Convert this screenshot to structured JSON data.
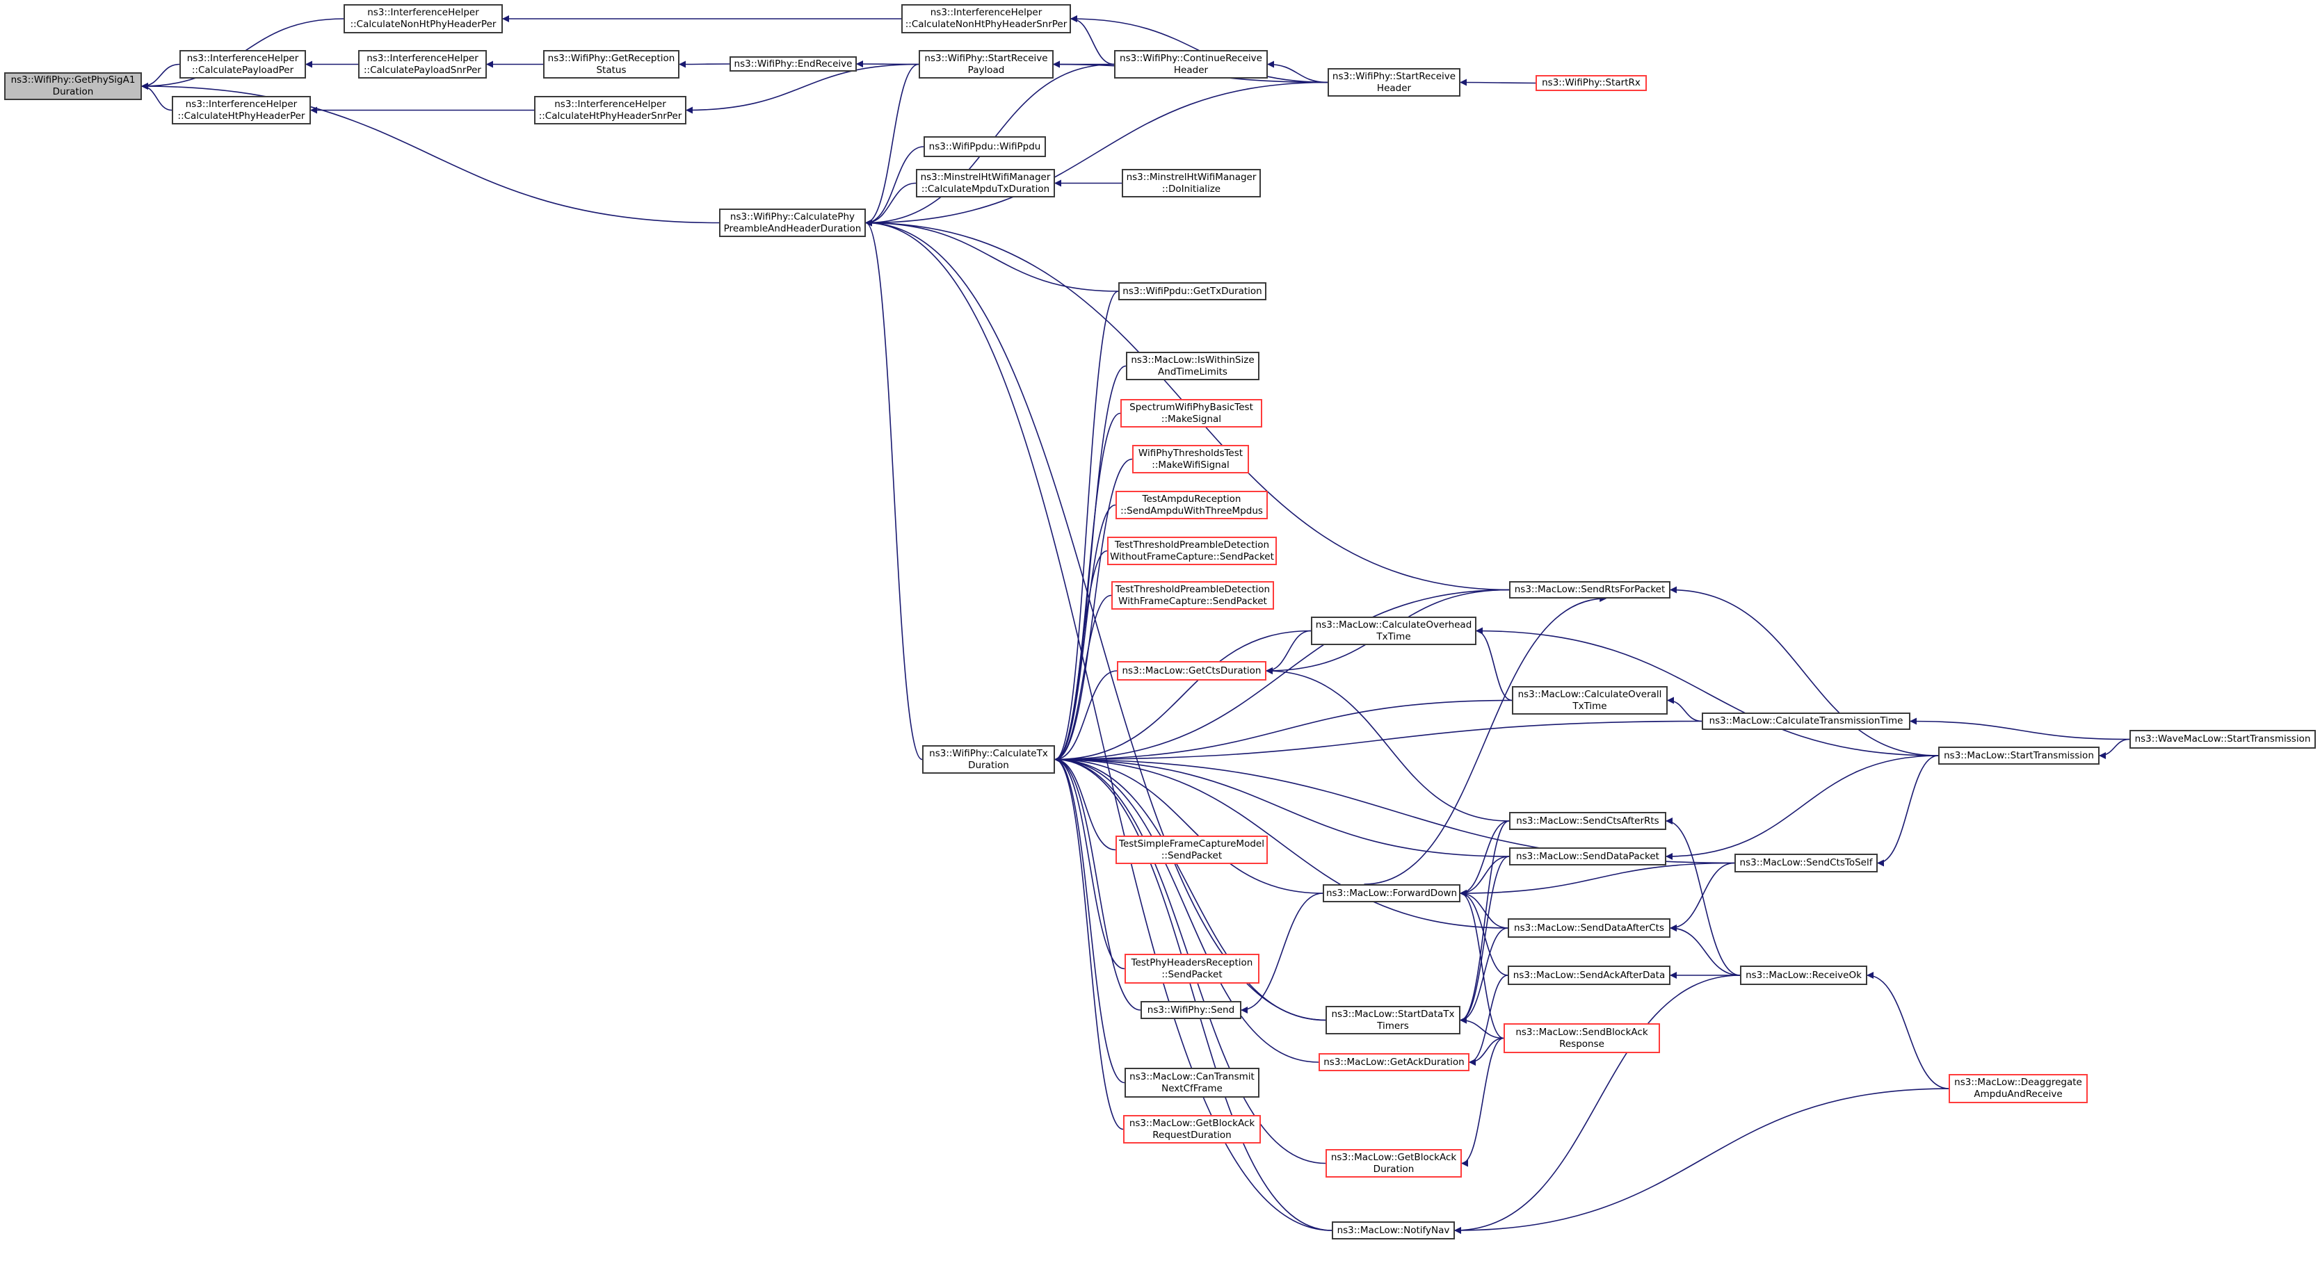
{
  "diagram": {
    "type": "doxygen-caller-graph",
    "focus": "root",
    "colors": {
      "edge": "#191970",
      "node_border": "#3a3a3a",
      "incomplete_border": "#ff3b3b",
      "focus_fill": "#bfbfbf"
    },
    "nodes": [
      {
        "id": "root",
        "label": "ns3::WifiPhy::GetPhySigA1\nDuration",
        "style": "focus"
      },
      {
        "id": "nonHtPer",
        "label": "ns3::InterferenceHelper\n::CalculateNonHtPhyHeaderPer",
        "style": "normal"
      },
      {
        "id": "payloadPer",
        "label": "ns3::InterferenceHelper\n::CalculatePayloadPer",
        "style": "normal"
      },
      {
        "id": "htPer",
        "label": "ns3::InterferenceHelper\n::CalculateHtPhyHeaderPer",
        "style": "normal"
      },
      {
        "id": "payloadSnrPer",
        "label": "ns3::InterferenceHelper\n::CalculatePayloadSnrPer",
        "style": "normal"
      },
      {
        "id": "getRecStatus",
        "label": "ns3::WifiPhy::GetReception\nStatus",
        "style": "normal"
      },
      {
        "id": "htSnrPer",
        "label": "ns3::InterferenceHelper\n::CalculateHtPhyHeaderSnrPer",
        "style": "normal"
      },
      {
        "id": "nonHtSnrPer",
        "label": "ns3::InterferenceHelper\n::CalculateNonHtPhyHeaderSnrPer",
        "style": "normal"
      },
      {
        "id": "endReceive",
        "label": "ns3::WifiPhy::EndReceive",
        "style": "normal"
      },
      {
        "id": "startRecvPayload",
        "label": "ns3::WifiPhy::StartReceive\nPayload",
        "style": "normal"
      },
      {
        "id": "continueRecvHeader",
        "label": "ns3::WifiPhy::ContinueReceive\nHeader",
        "style": "normal"
      },
      {
        "id": "startRecvHeader",
        "label": "ns3::WifiPhy::StartReceive\nHeader",
        "style": "normal"
      },
      {
        "id": "startRx",
        "label": "ns3::WifiPhy::StartRx",
        "style": "incomplete"
      },
      {
        "id": "wifiPpdu",
        "label": "ns3::WifiPpdu::WifiPpdu",
        "style": "normal"
      },
      {
        "id": "minstrelCalc",
        "label": "ns3::MinstrelHtWifiManager\n::CalculateMpduTxDuration",
        "style": "normal"
      },
      {
        "id": "doInitialize",
        "label": "ns3::MinstrelHtWifiManager\n::DoInitialize",
        "style": "normal"
      },
      {
        "id": "calcPhyPreamble",
        "label": "ns3::WifiPhy::CalculatePhy\nPreambleAndHeaderDuration",
        "style": "normal"
      },
      {
        "id": "getTxDuration",
        "label": "ns3::WifiPpdu::GetTxDuration",
        "style": "normal"
      },
      {
        "id": "isWithinSize",
        "label": "ns3::MacLow::IsWithinSize\nAndTimeLimits",
        "style": "normal"
      },
      {
        "id": "spectrumMake",
        "label": "SpectrumWifiPhyBasicTest\n::MakeSignal",
        "style": "incomplete"
      },
      {
        "id": "thresholdsMake",
        "label": "WifiPhyThresholdsTest\n::MakeWifiSignal",
        "style": "incomplete"
      },
      {
        "id": "testAmpdu",
        "label": "TestAmpduReception\n::SendAmpduWithThreeMpdus",
        "style": "incomplete"
      },
      {
        "id": "threshWithout",
        "label": "TestThresholdPreambleDetection\nWithoutFrameCapture::SendPacket",
        "style": "incomplete"
      },
      {
        "id": "threshWith",
        "label": "TestThresholdPreambleDetection\nWithFrameCapture::SendPacket",
        "style": "incomplete"
      },
      {
        "id": "sendRts",
        "label": "ns3::MacLow::SendRtsForPacket",
        "style": "normal"
      },
      {
        "id": "calcOverhead",
        "label": "ns3::MacLow::CalculateOverhead\nTxTime",
        "style": "normal"
      },
      {
        "id": "getCts",
        "label": "ns3::MacLow::GetCtsDuration",
        "style": "incomplete"
      },
      {
        "id": "calcOverall",
        "label": "ns3::MacLow::CalculateOverall\nTxTime",
        "style": "normal"
      },
      {
        "id": "calcTransTime",
        "label": "ns3::MacLow::CalculateTransmissionTime",
        "style": "normal"
      },
      {
        "id": "waveStartTx",
        "label": "ns3::WaveMacLow::StartTransmission",
        "style": "normal"
      },
      {
        "id": "startTx",
        "label": "ns3::MacLow::StartTransmission",
        "style": "normal"
      },
      {
        "id": "calcTxDuration",
        "label": "ns3::WifiPhy::CalculateTx\nDuration",
        "style": "normal"
      },
      {
        "id": "sendCtsAfterRts",
        "label": "ns3::MacLow::SendCtsAfterRts",
        "style": "normal"
      },
      {
        "id": "testSimple",
        "label": "TestSimpleFrameCaptureModel\n::SendPacket",
        "style": "incomplete"
      },
      {
        "id": "sendDataPacket",
        "label": "ns3::MacLow::SendDataPacket",
        "style": "normal"
      },
      {
        "id": "sendCtsToSelf",
        "label": "ns3::MacLow::SendCtsToSelf",
        "style": "normal"
      },
      {
        "id": "forwardDown",
        "label": "ns3::MacLow::ForwardDown",
        "style": "normal"
      },
      {
        "id": "sendDataAfterCts",
        "label": "ns3::MacLow::SendDataAfterCts",
        "style": "normal"
      },
      {
        "id": "sendAckAfterData",
        "label": "ns3::MacLow::SendAckAfterData",
        "style": "normal"
      },
      {
        "id": "receiveOk",
        "label": "ns3::MacLow::ReceiveOk",
        "style": "normal"
      },
      {
        "id": "testPhyHeaders",
        "label": "TestPhyHeadersReception\n::SendPacket",
        "style": "incomplete"
      },
      {
        "id": "wifiPhySend",
        "label": "ns3::WifiPhy::Send",
        "style": "normal"
      },
      {
        "id": "startDataTxTimers",
        "label": "ns3::MacLow::StartDataTx\nTimers",
        "style": "normal"
      },
      {
        "id": "sendBlockAckResp",
        "label": "ns3::MacLow::SendBlockAck\nResponse",
        "style": "incomplete"
      },
      {
        "id": "getAck",
        "label": "ns3::MacLow::GetAckDuration",
        "style": "incomplete"
      },
      {
        "id": "canTransmit",
        "label": "ns3::MacLow::CanTransmit\nNextCfFrame",
        "style": "normal"
      },
      {
        "id": "deaggregate",
        "label": "ns3::MacLow::Deaggregate\nAmpduAndReceive",
        "style": "incomplete"
      },
      {
        "id": "getBlockAckReq",
        "label": "ns3::MacLow::GetBlockAck\nRequestDuration",
        "style": "incomplete"
      },
      {
        "id": "getBlockAck",
        "label": "ns3::MacLow::GetBlockAck\nDuration",
        "style": "incomplete"
      },
      {
        "id": "notifyNav",
        "label": "ns3::MacLow::NotifyNav",
        "style": "normal"
      }
    ],
    "edges": [
      [
        "root",
        "nonHtPer"
      ],
      [
        "root",
        "payloadPer"
      ],
      [
        "root",
        "htPer"
      ],
      [
        "root",
        "calcPhyPreamble"
      ],
      [
        "nonHtPer",
        "nonHtSnrPer"
      ],
      [
        "payloadPer",
        "payloadSnrPer"
      ],
      [
        "payloadSnrPer",
        "getRecStatus"
      ],
      [
        "getRecStatus",
        "endReceive"
      ],
      [
        "endReceive",
        "startRecvPayload"
      ],
      [
        "htPer",
        "htSnrPer"
      ],
      [
        "htSnrPer",
        "startRecvPayload"
      ],
      [
        "nonHtSnrPer",
        "continueRecvHeader"
      ],
      [
        "nonHtSnrPer",
        "startRecvHeader"
      ],
      [
        "startRecvPayload",
        "continueRecvHeader"
      ],
      [
        "startRecvPayload",
        "startRecvHeader"
      ],
      [
        "continueRecvHeader",
        "startRecvHeader"
      ],
      [
        "startRecvHeader",
        "startRx"
      ],
      [
        "calcPhyPreamble",
        "startRecvPayload"
      ],
      [
        "calcPhyPreamble",
        "wifiPpdu"
      ],
      [
        "calcPhyPreamble",
        "continueRecvHeader"
      ],
      [
        "calcPhyPreamble",
        "minstrelCalc"
      ],
      [
        "calcPhyPreamble",
        "startRecvHeader"
      ],
      [
        "calcPhyPreamble",
        "sendRts"
      ],
      [
        "calcPhyPreamble",
        "getTxDuration"
      ],
      [
        "calcPhyPreamble",
        "calcTxDuration"
      ],
      [
        "calcPhyPreamble",
        "notifyNav"
      ],
      [
        "calcPhyPreamble",
        "startDataTxTimers"
      ],
      [
        "minstrelCalc",
        "doInitialize"
      ],
      [
        "calcTxDuration",
        "getTxDuration"
      ],
      [
        "calcTxDuration",
        "sendRts"
      ],
      [
        "calcTxDuration",
        "isWithinSize"
      ],
      [
        "calcTxDuration",
        "spectrumMake"
      ],
      [
        "calcTxDuration",
        "thresholdsMake"
      ],
      [
        "calcTxDuration",
        "testAmpdu"
      ],
      [
        "calcTxDuration",
        "threshWithout"
      ],
      [
        "calcTxDuration",
        "threshWith"
      ],
      [
        "calcTxDuration",
        "calcOverhead"
      ],
      [
        "calcTxDuration",
        "getCts"
      ],
      [
        "calcTxDuration",
        "calcOverall"
      ],
      [
        "calcTxDuration",
        "calcTransTime"
      ],
      [
        "calcTxDuration",
        "sendCtsToSelf"
      ],
      [
        "calcTxDuration",
        "sendDataPacket"
      ],
      [
        "calcTxDuration",
        "testSimple"
      ],
      [
        "calcTxDuration",
        "forwardDown"
      ],
      [
        "calcTxDuration",
        "sendDataAfterCts"
      ],
      [
        "calcTxDuration",
        "testPhyHeaders"
      ],
      [
        "calcTxDuration",
        "wifiPhySend"
      ],
      [
        "calcTxDuration",
        "startDataTxTimers"
      ],
      [
        "calcTxDuration",
        "getAck"
      ],
      [
        "calcTxDuration",
        "canTransmit"
      ],
      [
        "calcTxDuration",
        "getBlockAckReq"
      ],
      [
        "calcTxDuration",
        "getBlockAck"
      ],
      [
        "calcTxDuration",
        "notifyNav"
      ],
      [
        "getCts",
        "sendRts"
      ],
      [
        "getCts",
        "calcOverhead"
      ],
      [
        "getCts",
        "sendCtsAfterRts"
      ],
      [
        "calcOverhead",
        "calcOverall"
      ],
      [
        "calcOverhead",
        "startTx"
      ],
      [
        "calcOverall",
        "calcTransTime"
      ],
      [
        "calcTransTime",
        "waveStartTx"
      ],
      [
        "startTx",
        "waveStartTx"
      ],
      [
        "sendRts",
        "startTx"
      ],
      [
        "sendRts",
        "forwardDown"
      ],
      [
        "forwardDown",
        "sendCtsAfterRts"
      ],
      [
        "forwardDown",
        "sendDataPacket"
      ],
      [
        "forwardDown",
        "sendCtsToSelf"
      ],
      [
        "forwardDown",
        "sendDataAfterCts"
      ],
      [
        "forwardDown",
        "sendAckAfterData"
      ],
      [
        "forwardDown",
        "sendBlockAckResp"
      ],
      [
        "wifiPhySend",
        "forwardDown"
      ],
      [
        "sendDataPacket",
        "startTx"
      ],
      [
        "sendCtsToSelf",
        "startTx"
      ],
      [
        "sendCtsAfterRts",
        "receiveOk"
      ],
      [
        "sendDataAfterCts",
        "sendCtsToSelf"
      ],
      [
        "sendDataAfterCts",
        "receiveOk"
      ],
      [
        "sendAckAfterData",
        "receiveOk"
      ],
      [
        "receiveOk",
        "deaggregate"
      ],
      [
        "startDataTxTimers",
        "sendCtsAfterRts"
      ],
      [
        "startDataTxTimers",
        "sendDataPacket"
      ],
      [
        "startDataTxTimers",
        "sendDataAfterCts"
      ],
      [
        "startDataTxTimers",
        "sendBlockAckResp"
      ],
      [
        "getAck",
        "sendAckAfterData"
      ],
      [
        "getAck",
        "sendBlockAckResp"
      ],
      [
        "getBlockAck",
        "sendBlockAckResp"
      ],
      [
        "notifyNav",
        "receiveOk"
      ],
      [
        "notifyNav",
        "deaggregate"
      ]
    ]
  }
}
